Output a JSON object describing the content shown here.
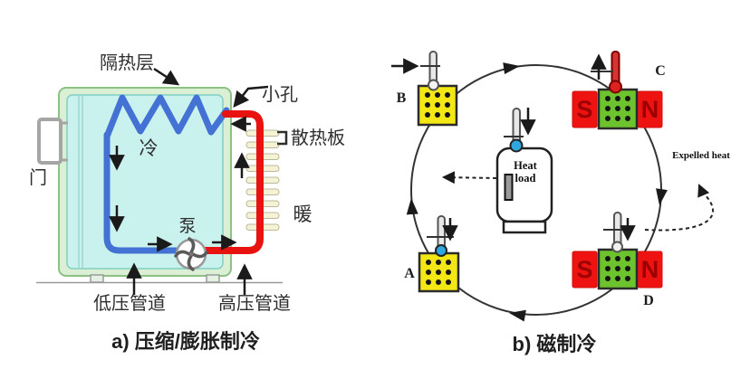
{
  "figure": {
    "panel_a": {
      "caption": "a) 压缩/膨胀制冷",
      "labels": {
        "insulation_layer": "隔热层",
        "small_hole": "小孔",
        "heat_sink_plate": "散热板",
        "door": "门",
        "cold": "冷",
        "warm": "暖",
        "pump": "泵",
        "low_pressure_pipe": "低压管道",
        "high_pressure_pipe": "高压管道"
      },
      "colors": {
        "cold_pipe": "#4472d4",
        "hot_pipe": "#e81210",
        "cabinet_outer": "#daefd3",
        "cabinet_inner": "#c9f1ee",
        "heat_sink_fin": "#f6f2d6"
      }
    },
    "panel_b": {
      "caption": "b)  磁制冷",
      "labels": {
        "stage_a": "A",
        "stage_b": "B",
        "stage_c": "C",
        "stage_d": "D",
        "magnet_south": "S",
        "magnet_north": "N",
        "heat_load_line1": "Heat",
        "heat_load_line2": "load",
        "expelled_heat": "Expelled heat"
      },
      "colors": {
        "demagnetized_block": "#f3e815",
        "magnetized_block": "#6cc32d",
        "magnet": "#ee1311",
        "cold_bulb": "#2fa8e0",
        "hot_bulb": "#dd2222"
      }
    }
  }
}
